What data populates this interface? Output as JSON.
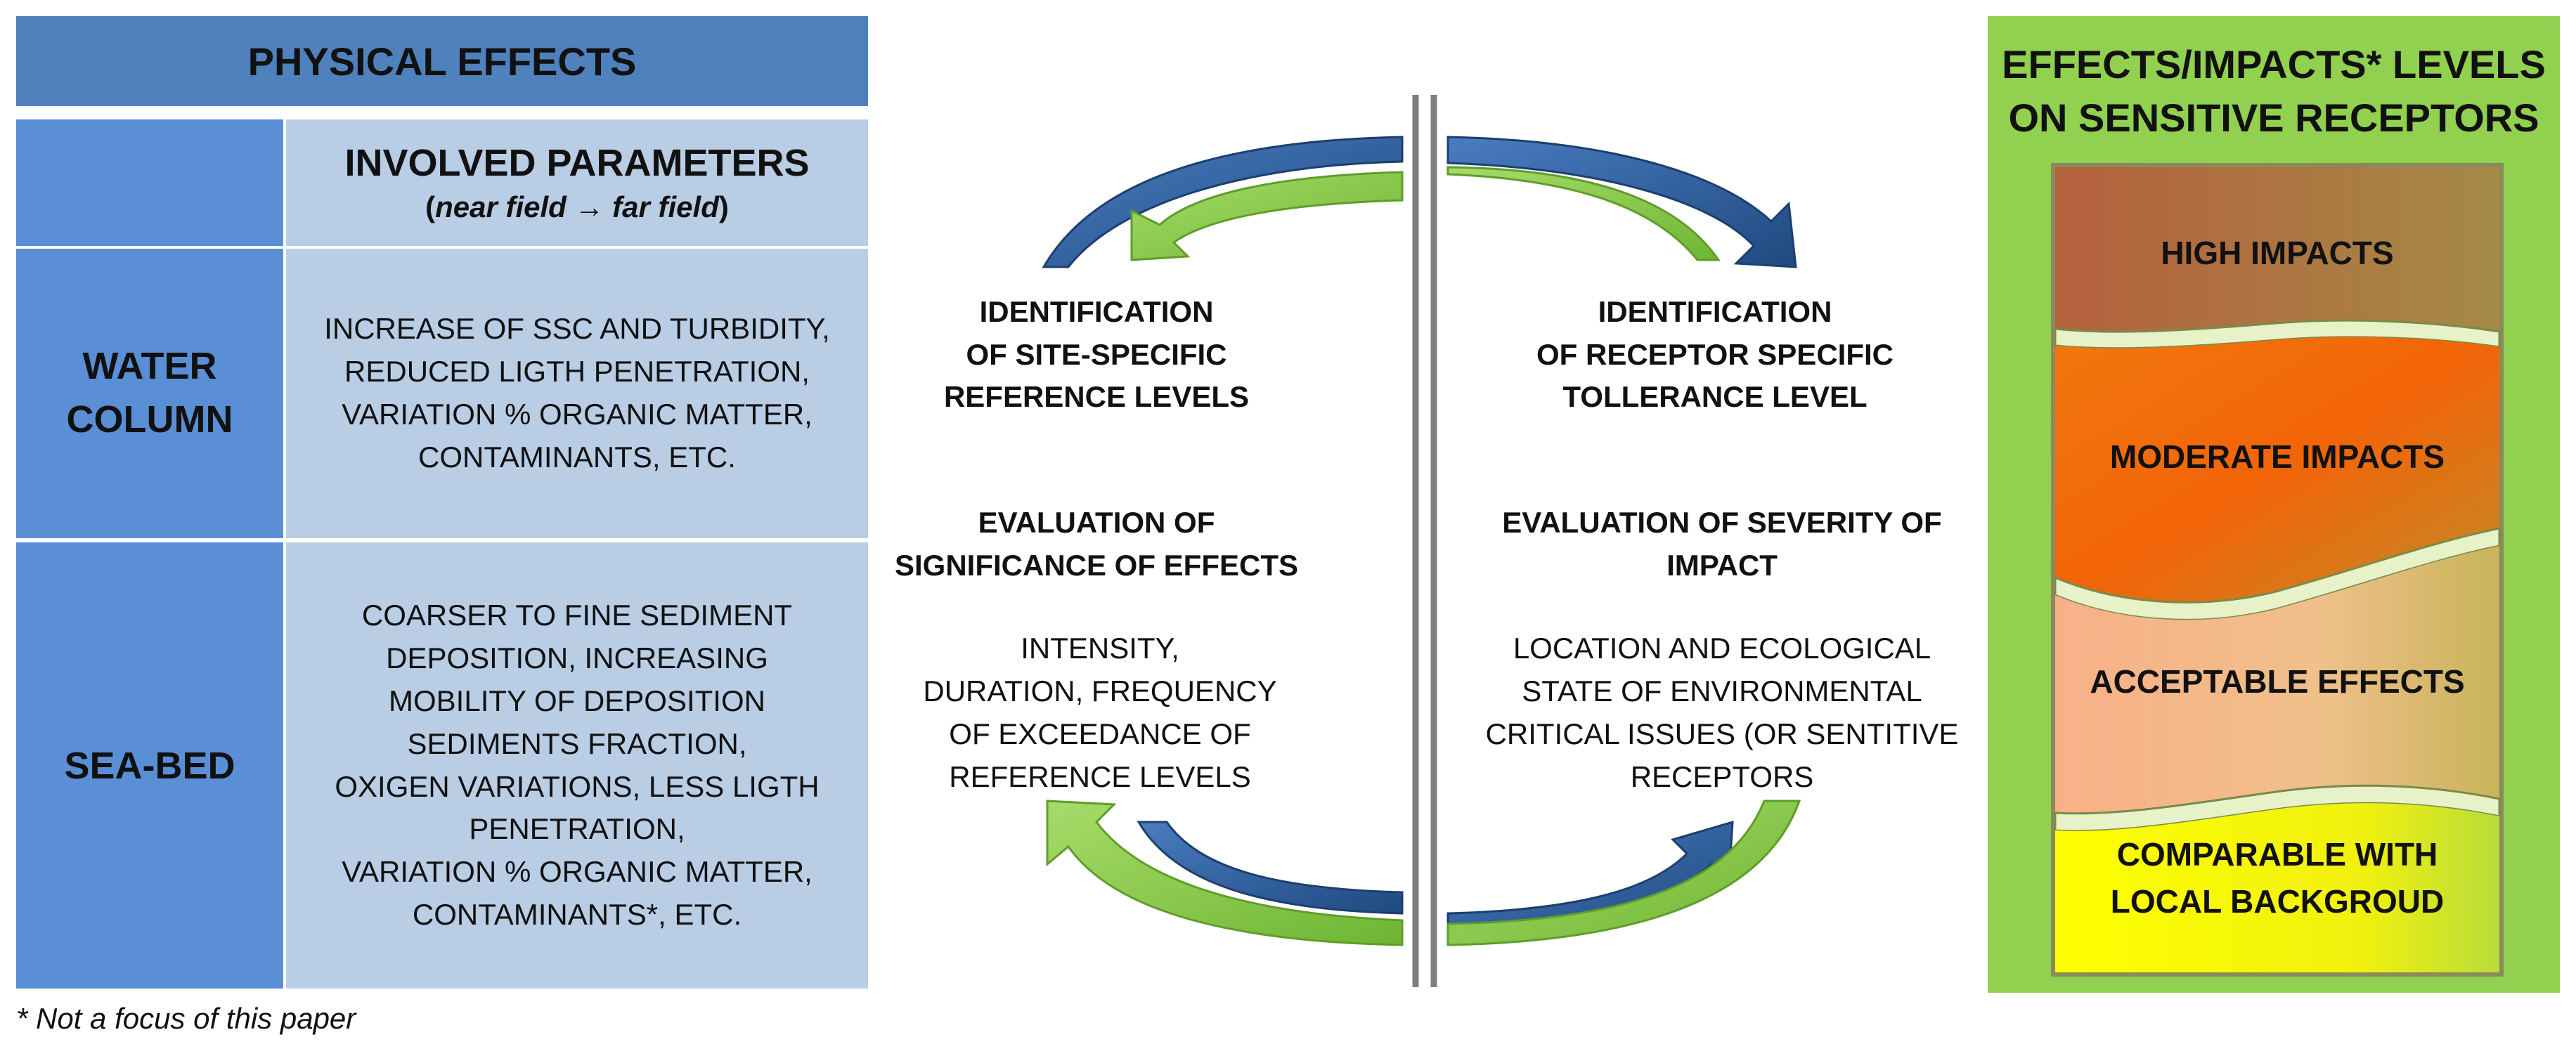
{
  "physical_effects": {
    "title": "PHYSICAL EFFECTS",
    "params_header": {
      "title": "INVOLVED PARAMETERS",
      "subtitle_open": "(",
      "subtitle_italic": "near field → far field",
      "subtitle_close": ")"
    },
    "rows": [
      {
        "label_lines": [
          "WATER",
          "COLUMN"
        ],
        "param_lines": [
          "INCREASE OF SSC  AND TURBIDITY,",
          "REDUCED LIGTH PENETRATION,",
          "VARIATION % ORGANIC MATTER,",
          "CONTAMINANTS, ETC."
        ]
      },
      {
        "label_lines": [
          "SEA-BED"
        ],
        "param_lines": [
          "COARSER TO FINE SEDIMENT",
          "DEPOSITION,  INCREASING",
          "MOBILITY OF DEPOSITION",
          "SEDIMENTS FRACTION,",
          "OXIGEN VARIATIONS, LESS LIGTH",
          "PENETRATION,",
          "VARIATION % ORGANIC MATTER,",
          "CONTAMINANTS*, ETC."
        ]
      }
    ],
    "footnote": "* Not a focus of this paper"
  },
  "cycle": {
    "left": {
      "identification": [
        "IDENTIFICATION",
        "OF SITE-SPECIFIC",
        "REFERENCE LEVELS"
      ],
      "evaluation": [
        "EVALUATION  OF",
        "SIGNIFICANCE OF EFFECTS"
      ],
      "details": [
        "INTENSITY,",
        "DURATION, FREQUENCY",
        "OF EXCEEDANCE OF",
        "REFERENCE LEVELS"
      ]
    },
    "right": {
      "identification": [
        "IDENTIFICATION",
        "OF RECEPTOR SPECIFIC",
        "TOLLERANCE LEVEL"
      ],
      "evaluation": [
        "EVALUATION  OF  SEVERITY OF",
        "IMPACT"
      ],
      "details": [
        "LOCATION AND ECOLOGICAL",
        "STATE OF ENVIRONMENTAL",
        "CRITICAL ISSUES  (OR SENTITIVE",
        "RECEPTORS"
      ]
    },
    "colors": {
      "dark_blue": "#2e5f9a",
      "light_green": "#8fd14f"
    }
  },
  "impact_levels": {
    "title_lines": [
      "EFFECTS/IMPACTS* LEVELS",
      "ON SENSITIVE  RECEPTORS"
    ],
    "levels": [
      {
        "lines": [
          "HIGH  IMPACTS"
        ],
        "color": "#b0703e"
      },
      {
        "lines": [
          "MODERATE IMPACTS"
        ],
        "color": "#f16a0a"
      },
      {
        "lines": [
          "ACCEPTABLE EFFECTS"
        ],
        "color": "#f7b38a"
      },
      {
        "lines": [
          "COMPARABLE WITH",
          "LOCAL BACKGROUD"
        ],
        "color": "#f2f20e"
      }
    ],
    "panel_color": "#92d050"
  }
}
